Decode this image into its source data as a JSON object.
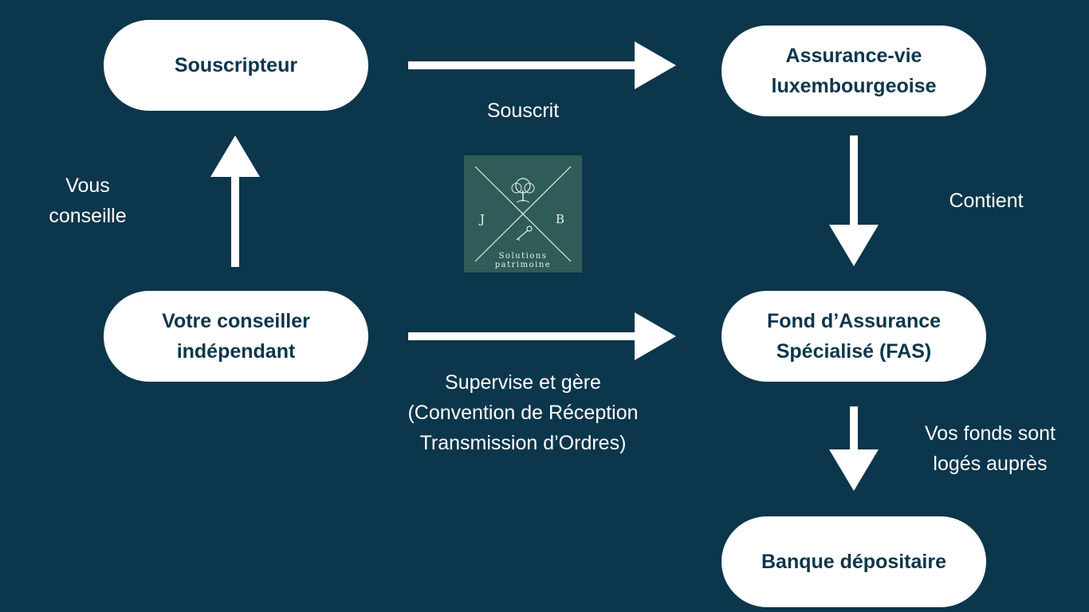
{
  "colors": {
    "background": "#0b364b",
    "node_fill": "#ffffff",
    "node_text": "#0b364b",
    "edge_text": "#ffffff",
    "logo_bg": "#2f5c59"
  },
  "nodes": {
    "souscripteur": "Souscripteur",
    "assurance_vie": "Assurance-vie\nluxembourgeoise",
    "conseiller": "Votre conseiller\nindépendant",
    "fas": "Fond d’Assurance\nSpécialisé (FAS)",
    "banque": "Banque dépositaire"
  },
  "edges": {
    "souscrit": "Souscrit",
    "vous_conseille": "Vous\nconseille",
    "contient": "Contient",
    "supervise": "Supervise et gère\n(Convention de Réception\nTransmission d’Ordres)",
    "fonds_loges": "Vos fonds sont\nlogés auprès"
  },
  "logo": {
    "letter_left": "J",
    "letter_right": "B",
    "text_line1": "Solutions",
    "text_line2": "patrimoine",
    "icon": "tree-icon"
  }
}
